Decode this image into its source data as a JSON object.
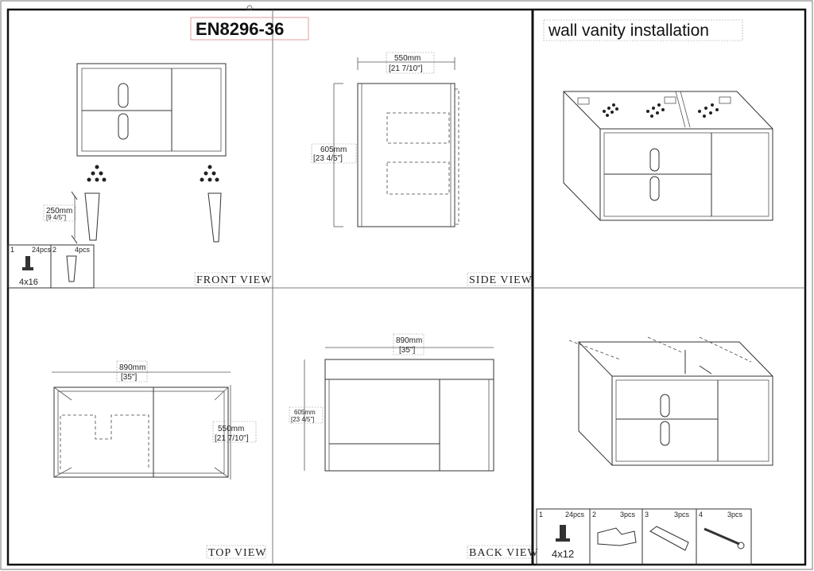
{
  "title": "EN8296-36",
  "install_title": "wall vanity installation",
  "views": {
    "front": "FRONT VIEW",
    "side": "SIDE VIEW",
    "top": "TOP VIEW",
    "back": "BACK VIEW"
  },
  "dimensions": {
    "leg_height_mm": "250mm",
    "leg_height_in": "[9  4/5\"]",
    "side_depth_mm": "550mm",
    "side_depth_in": "[21 7/10\"]",
    "side_height_mm": "605mm",
    "side_height_in": "[23  4/5\"]",
    "top_width_mm": "890mm",
    "top_width_in": "[35\"]",
    "top_depth_mm": "550mm",
    "top_depth_in": "[21 7/10\"]",
    "back_width_mm": "890mm",
    "back_width_in": "[35\"]",
    "back_height_mm": "605mm",
    "back_height_in": "[23 4/5\"]"
  },
  "parts_left": [
    {
      "num": "1",
      "qty": "24pcs",
      "size": "4x16",
      "icon": "screw-icon"
    },
    {
      "num": "2",
      "qty": "4pcs",
      "icon": "leg-icon"
    }
  ],
  "parts_right": [
    {
      "num": "1",
      "qty": "24pcs",
      "size": "4x12",
      "icon": "screw-icon"
    },
    {
      "num": "2",
      "qty": "3pcs",
      "icon": "bracket-icon"
    },
    {
      "num": "3",
      "qty": "3pcs",
      "icon": "wall-anchor-icon"
    },
    {
      "num": "4",
      "qty": "3pcs",
      "icon": "long-screw-icon"
    }
  ]
}
